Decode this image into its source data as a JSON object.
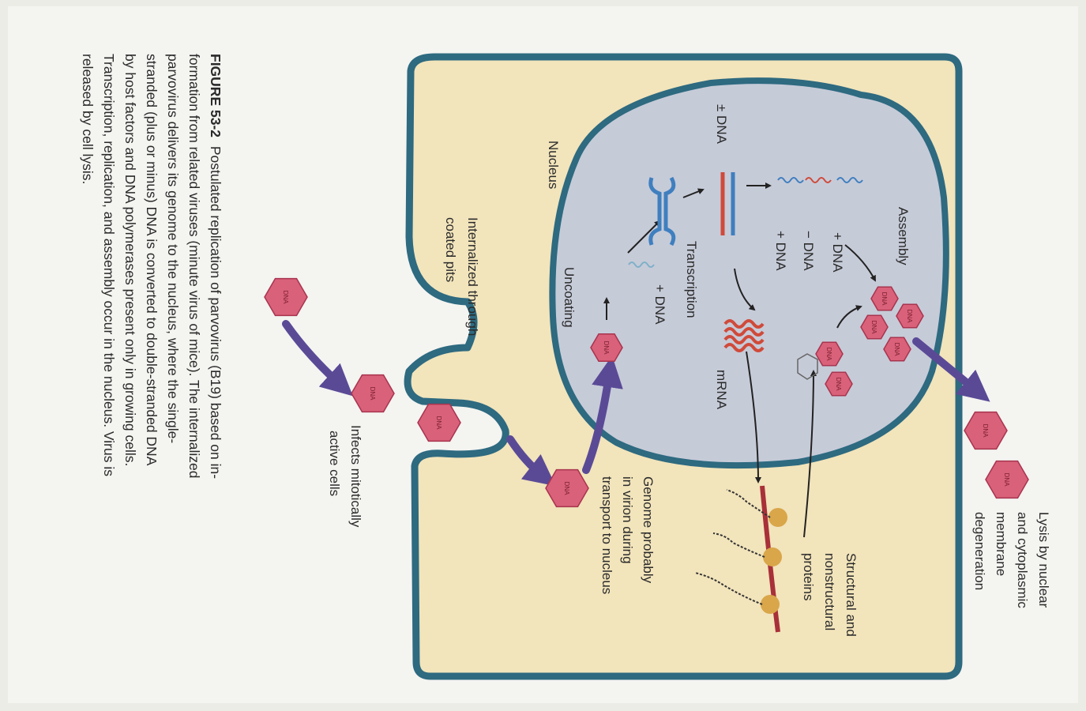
{
  "figure": {
    "caption_title": "FIGURE 53-2",
    "caption_lines": [
      "Postulated replication of parvovirus (B19) based on in-",
      "formation from related viruses (minute virus of mice). The internalized",
      "parvovirus delivers its genome to the nucleus, where the single-",
      "stranded (plus or minus) DNA is converted to double-stranded DNA",
      "by host factors and DNA polymerases present only in growing cells.",
      "Transcription, replication, and assembly occur in the nucleus. Virus is",
      "released by cell lysis."
    ]
  },
  "labels": {
    "nucleus": "Nucleus",
    "assembly": "Assembly",
    "plus_dna": "+ DNA",
    "minus_dna": "− DNA",
    "plus_dna_2": "+ DNA",
    "pm_dna": "± DNA",
    "transcription": "Transcription",
    "mrna": "mRNA",
    "uncoating_dna": "+ DNA",
    "uncoating": "Uncoating",
    "internalized": [
      "Internalized through",
      "coated pits"
    ],
    "infects": [
      "Infects mitotically",
      "active cells"
    ],
    "genome": [
      "Genome probably",
      "in virion during",
      "transport to nucleus"
    ],
    "proteins": [
      "Structural and",
      "nonstructural",
      "proteins"
    ],
    "lysis": [
      "Lysis by nuclear",
      "and cytoplasmic",
      "membrane",
      "degeneration"
    ]
  },
  "virion_text": "DNA",
  "colors": {
    "cytoplasm": "#f2e4bb",
    "membrane": "#2e6a80",
    "nucleus": "#c6cbd8",
    "virion": "#d9617a",
    "virion_stroke": "#a8344e",
    "arrow": "#5a4a96",
    "dna_blue": "#3f7fbf",
    "dna_red": "#d04a3a",
    "ribosome": "#d9a64a",
    "mrna_strand": "#a83038"
  }
}
